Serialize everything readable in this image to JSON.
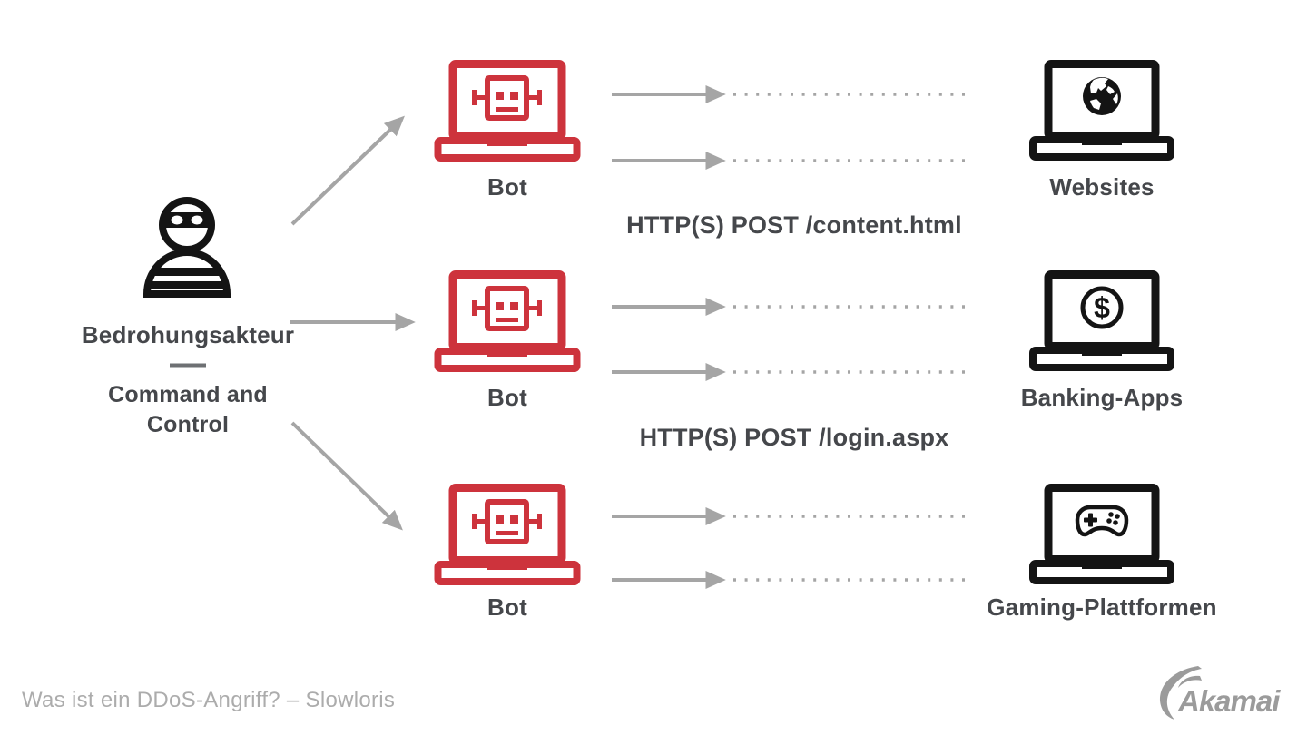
{
  "diagram": {
    "actor": {
      "label": "Bedrohungsakteur",
      "divider": "—",
      "role": "Command and Control"
    },
    "bots": [
      {
        "label": "Bot"
      },
      {
        "label": "Bot"
      },
      {
        "label": "Bot"
      }
    ],
    "targets": [
      {
        "label": "Websites",
        "icon": "globe-icon"
      },
      {
        "label": "Banking-Apps",
        "icon": "dollar-icon"
      },
      {
        "label": "Gaming-Plattformen",
        "icon": "gamepad-icon"
      }
    ],
    "requests": [
      {
        "label": "HTTP(S) POST /content.html"
      },
      {
        "label": "HTTP(S) POST /login.aspx"
      }
    ]
  },
  "footer": {
    "caption": "Was ist ein DDoS-Angriff? – Slowloris",
    "brand": "Akamai"
  },
  "colors": {
    "bot_red": "#CD333C",
    "icon_black": "#141414",
    "arrow_gray": "#A5A5A5",
    "label_dark": "#45474B",
    "caption_gray": "#ACACAC",
    "logo_gray": "#9B9B9B"
  }
}
